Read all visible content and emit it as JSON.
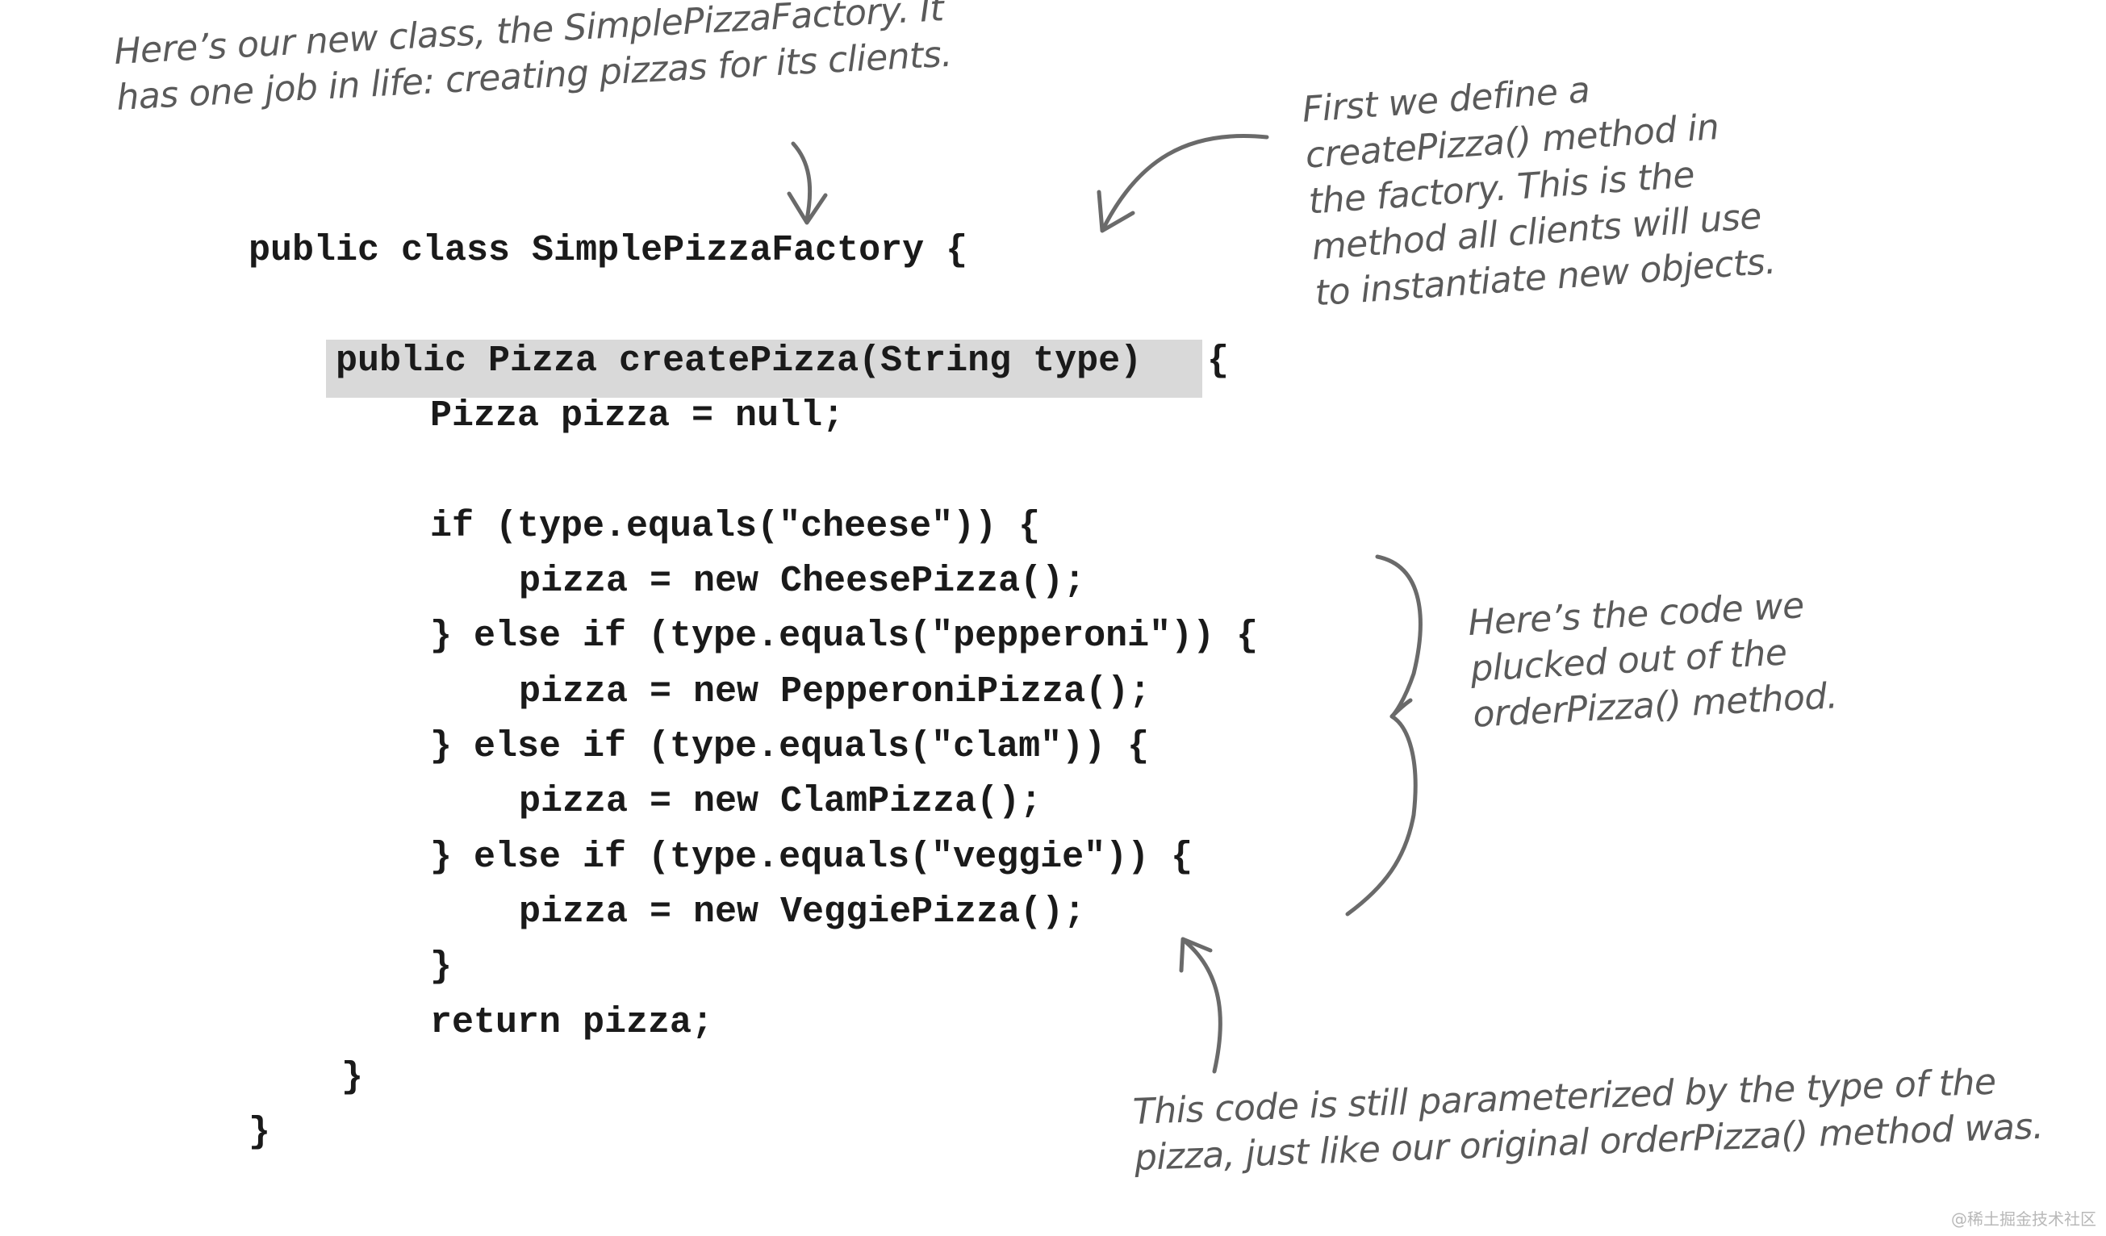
{
  "code": {
    "lines": [
      "public class SimplePizzaFactory {",
      "public Pizza createPizza(String type)",
      "{",
      "Pizza pizza = null;",
      "if (type.equals(\"cheese\")) {",
      "pizza = new CheesePizza();",
      "} else if (type.equals(\"pepperoni\")) {",
      "pizza = new PepperoniPizza();",
      "} else if (type.equals(\"clam\")) {",
      "pizza = new ClamPizza();",
      "} else if (type.equals(\"veggie\")) {",
      "pizza = new VeggiePizza();",
      "}",
      "return pizza;",
      "}",
      "}"
    ]
  },
  "annotations": {
    "class_note": [
      "Here’s our new class, the SimplePizzaFactory. It",
      "has one job in life: creating pizzas for its clients."
    ],
    "method_note": [
      "First we define a",
      "createPizza() method in",
      "the factory. This is the",
      "method all clients will use",
      "to instantiate new objects."
    ],
    "plucked_note": [
      "Here’s the code we",
      "plucked out of the",
      "orderPizza() method."
    ],
    "param_note": [
      "This code is still parameterized by the type of the",
      "pizza, just like our original orderPizza() method was."
    ]
  },
  "watermark": "@稀土掘金技术社区",
  "colors": {
    "code_text": "#1a1a1a",
    "highlight": "#d9d9d9",
    "annotation": "#5a5a5a"
  }
}
